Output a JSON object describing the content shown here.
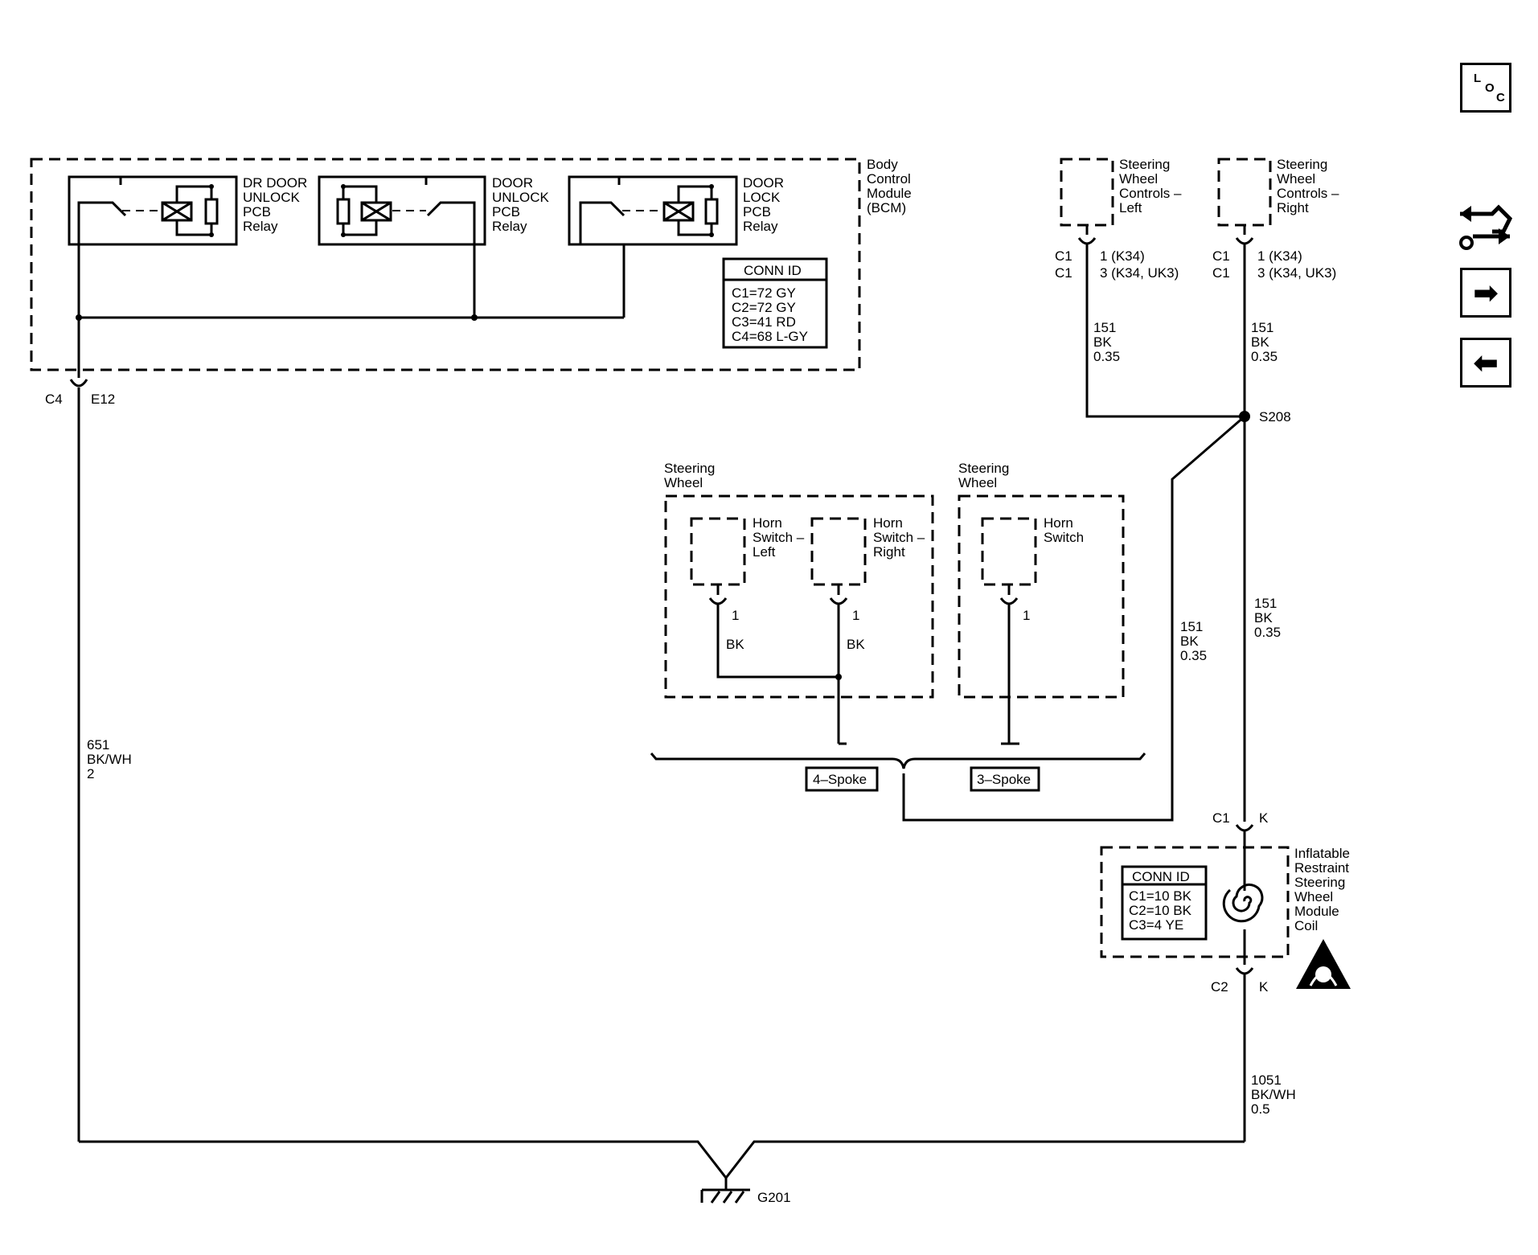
{
  "modules": {
    "bcm": {
      "label": [
        "Body",
        "Control",
        "Module",
        "(BCM)"
      ],
      "relays": [
        {
          "label": [
            "DR DOOR",
            "UNLOCK",
            "PCB",
            "Relay"
          ]
        },
        {
          "label": [
            "DOOR",
            "UNLOCK",
            "PCB",
            "Relay"
          ]
        },
        {
          "label": [
            "DOOR",
            "LOCK",
            "PCB",
            "Relay"
          ]
        }
      ],
      "conn_id": {
        "title": "CONN ID",
        "lines": [
          "C1=72 GY",
          "C2=72 GY",
          "C3=41 RD",
          "C4=68 L-GY"
        ]
      },
      "connector": {
        "left": "C4",
        "right": "E12"
      }
    },
    "swc_left": {
      "label": [
        "Steering",
        "Wheel",
        "Controls –",
        "Left"
      ],
      "pins": [
        {
          "conn": "C1",
          "pin": "1 (K34)"
        },
        {
          "conn": "C1",
          "pin": "3 (K34, UK3)"
        }
      ]
    },
    "swc_right": {
      "label": [
        "Steering",
        "Wheel",
        "Controls –",
        "Right"
      ],
      "pins": [
        {
          "conn": "C1",
          "pin": "1 (K34)"
        },
        {
          "conn": "C1",
          "pin": "3 (K34, UK3)"
        }
      ]
    },
    "steering_wheel_4": {
      "label": [
        "Steering",
        "Wheel"
      ],
      "switches": [
        {
          "label": [
            "Horn",
            "Switch –",
            "Left"
          ],
          "pin": "1",
          "wire": "BK"
        },
        {
          "label": [
            "Horn",
            "Switch –",
            "Right"
          ],
          "pin": "1",
          "wire": "BK"
        }
      ]
    },
    "steering_wheel_3": {
      "label": [
        "Steering",
        "Wheel"
      ],
      "switches": [
        {
          "label": [
            "Horn",
            "Switch"
          ],
          "pin": "1"
        }
      ]
    },
    "coil": {
      "label": [
        "Inflatable",
        "Restraint",
        "Steering",
        "Wheel",
        "Module",
        "Coil"
      ],
      "conn_id": {
        "title": "CONN ID",
        "lines": [
          "C1=10 BK",
          "C2=10 BK",
          "C3=4 YE"
        ]
      },
      "top_conn": {
        "conn": "C1",
        "pin": "K"
      },
      "bottom_conn": {
        "conn": "C2",
        "pin": "K"
      }
    }
  },
  "wires": {
    "w651": [
      "651",
      "BK/WH",
      "2"
    ],
    "w151_left": [
      "151",
      "BK",
      "0.35"
    ],
    "w151_right": [
      "151",
      "BK",
      "0.35"
    ],
    "w151_mid": [
      "151",
      "BK",
      "0.35"
    ],
    "w151_diag": [
      "151",
      "BK",
      "0.35"
    ],
    "w1051": [
      "1051",
      "BK/WH",
      "0.5"
    ]
  },
  "splice": "S208",
  "ground": "G201",
  "options": {
    "four_spoke": "4–Spoke",
    "three_spoke": "3–Spoke"
  },
  "nav": {
    "loc": {
      "l": "L",
      "o": "O",
      "c": "C"
    },
    "tool_icon": "tool-icon",
    "forward_arrow": "➡",
    "back_arrow": "⬅"
  }
}
